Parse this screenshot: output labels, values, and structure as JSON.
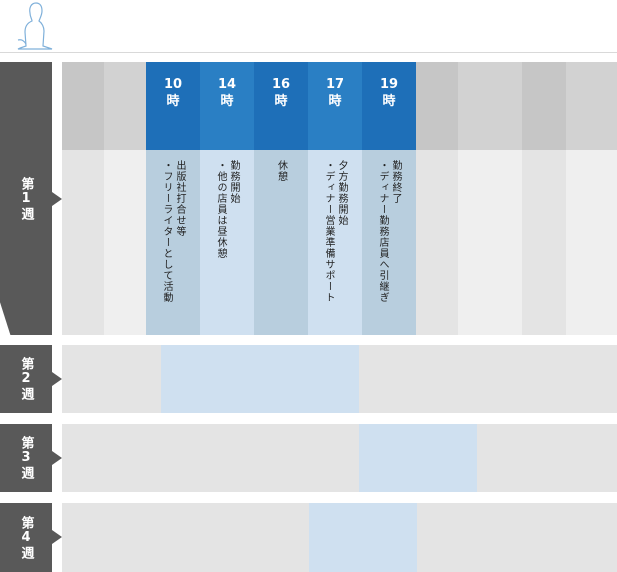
{
  "weeks": [
    {
      "label": "第1週"
    },
    {
      "label": "第2週"
    },
    {
      "label": "第3週"
    },
    {
      "label": "第4週"
    }
  ],
  "week1": {
    "slots": [
      {
        "hour": "10\n時",
        "task": "出版社打合せ等\n・フリーライターとして活動"
      },
      {
        "hour": "14\n時",
        "task": "勤務開始\n・他の店員は昼休憩"
      },
      {
        "hour": "16\n時",
        "task": "休憩"
      },
      {
        "hour": "17\n時",
        "task": "夕方勤務開始\n・ディナー営業準備サポート"
      },
      {
        "hour": "19\n時",
        "task": "勤務終了\n・ディナー勤務店員へ引継ぎ"
      }
    ]
  },
  "colors": {
    "week_label_bg": "#595959",
    "header_blue_1": "#1e6fb8",
    "header_blue_2": "#2a7fc4",
    "body_blue_light": "#cfe0f0",
    "body_blue_mid": "#b8cede",
    "grid_gray": "#c6c6c6"
  },
  "icons": {
    "header": "person-silhouette-icon"
  }
}
